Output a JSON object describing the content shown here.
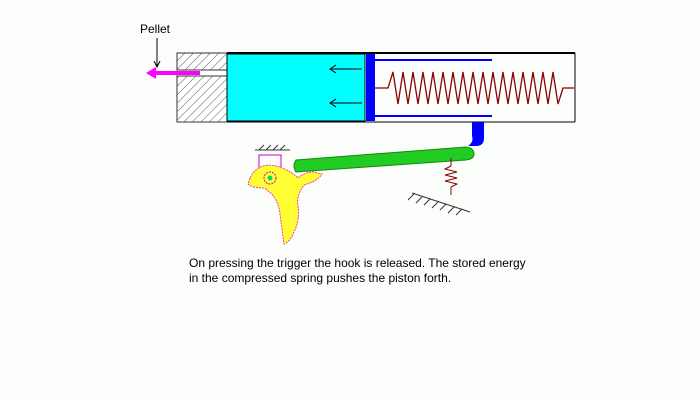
{
  "labels": {
    "pellet": "Pellet"
  },
  "caption": {
    "line1": "On pressing the trigger the hook is released. The stored energy",
    "line2": "in the compressed spring pushes the piston forth."
  },
  "colors": {
    "background": "#fbfefb",
    "air_chamber": "#00ffff",
    "piston": "#0000ff",
    "spring": "#8b0000",
    "trigger_lever": "#22cc22",
    "hook": "#ffff33",
    "hook_outline": "#ff33aa",
    "pellet": "#ff00ff",
    "hatching": "#444444"
  },
  "icons": {
    "pellet": "pellet-arrow-icon",
    "air_arrows": "left-arrow-icon",
    "pivot": "pivot-icon",
    "ground": "hatched-ground-icon"
  }
}
